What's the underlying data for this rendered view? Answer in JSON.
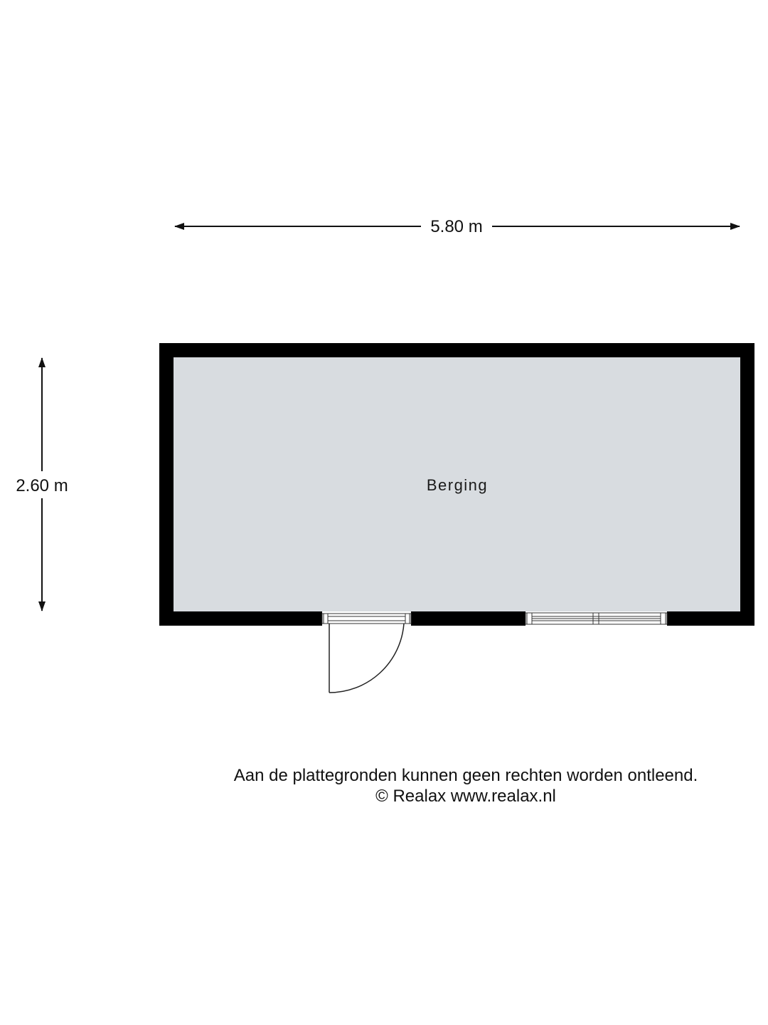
{
  "dimensions": {
    "width_label": "5.80 m",
    "height_label": "2.60 m"
  },
  "rooms": [
    {
      "name": "Berging"
    }
  ],
  "disclaimer": {
    "line1": "Aan de plattegronden kunnen geen rechten worden ontleend.",
    "line2": "© Realax www.realax.nl"
  },
  "colors": {
    "wall": "#000000",
    "floor": "#d8dce0",
    "background": "#ffffff"
  }
}
